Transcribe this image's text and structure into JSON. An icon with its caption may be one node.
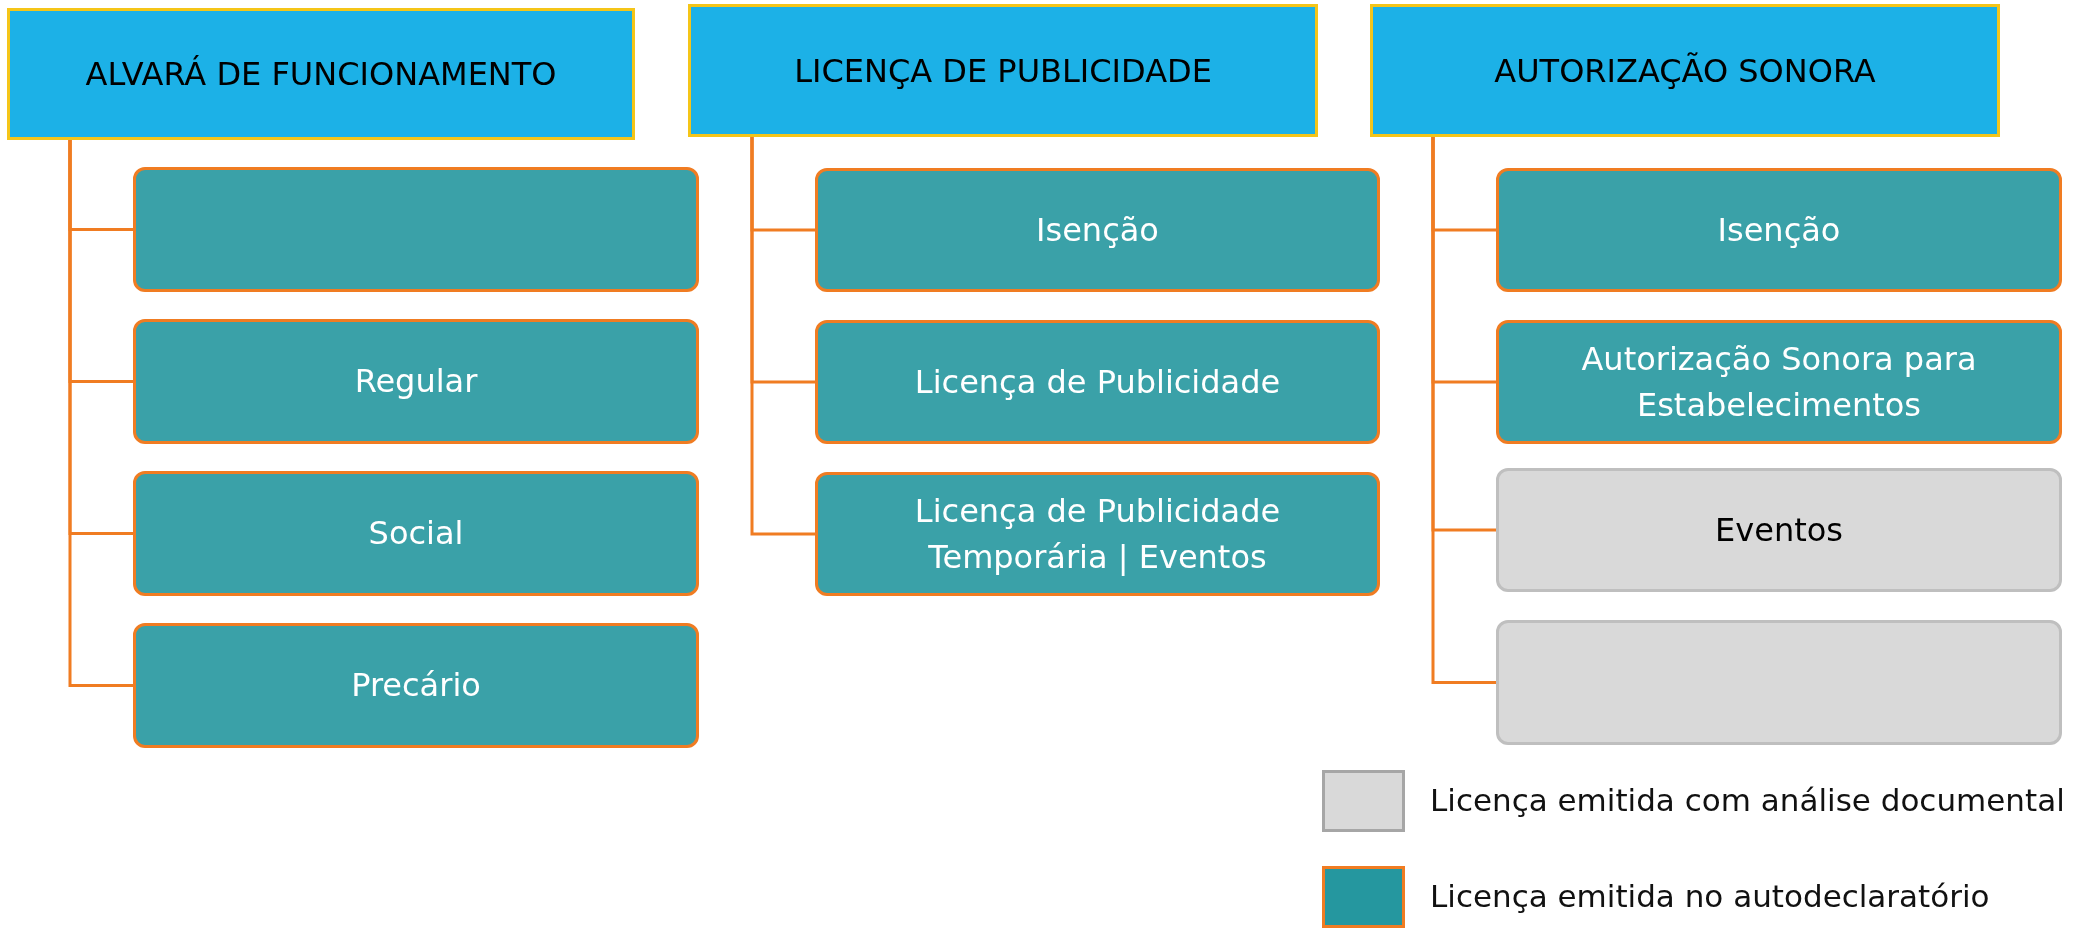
{
  "diagram": {
    "nodes": [
      {
        "text": [
          "ALVARÁ DE FUNCIONAMENTO"
        ]
      },
      {
        "text": [],
        "shape": "box"
      },
      {
        "text": [
          "Regular"
        ]
      },
      {
        "text": [
          "Social"
        ]
      },
      {
        "text": [
          "Precário"
        ]
      },
      {
        "text": [
          "LICENÇA DE PUBLICIDADE"
        ]
      },
      {
        "text": [
          "Isenção"
        ]
      },
      {
        "text": [
          "Licença de Publicidade"
        ]
      },
      {
        "text": [
          "Licença de Publicidade Temporária | Eventos"
        ]
      },
      {
        "text": [
          "AUTORIZAÇÃO SONORA"
        ]
      },
      {
        "text": [
          "Isenção"
        ]
      },
      {
        "text": [
          "Autorização Sonora para Estabelecimentos"
        ]
      },
      {
        "text": [
          "Eventos"
        ]
      },
      {
        "text": [],
        "shape": "box"
      }
    ],
    "edges": [
      {
        "from": 0,
        "to": 1,
        "arrow": "none"
      },
      {
        "from": 0,
        "to": 2,
        "arrow": "none"
      },
      {
        "from": 0,
        "to": 3,
        "arrow": "none"
      },
      {
        "from": 0,
        "to": 4,
        "arrow": "none"
      },
      {
        "from": 5,
        "to": 6,
        "arrow": "none"
      },
      {
        "from": 5,
        "to": 7,
        "arrow": "none"
      },
      {
        "from": 5,
        "to": 8,
        "arrow": "none"
      },
      {
        "from": 9,
        "to": 10,
        "arrow": "none"
      },
      {
        "from": 9,
        "to": 11,
        "arrow": "none"
      },
      {
        "from": 9,
        "to": 12,
        "arrow": "none"
      },
      {
        "from": 9,
        "to": 13,
        "arrow": "none"
      }
    ],
    "legend": [
      {
        "text": "Licença emitida com análise documental",
        "color": "#d9d9d9"
      },
      {
        "text": "Licença emitida no autodeclaratório",
        "color": "#25979f"
      }
    ]
  }
}
